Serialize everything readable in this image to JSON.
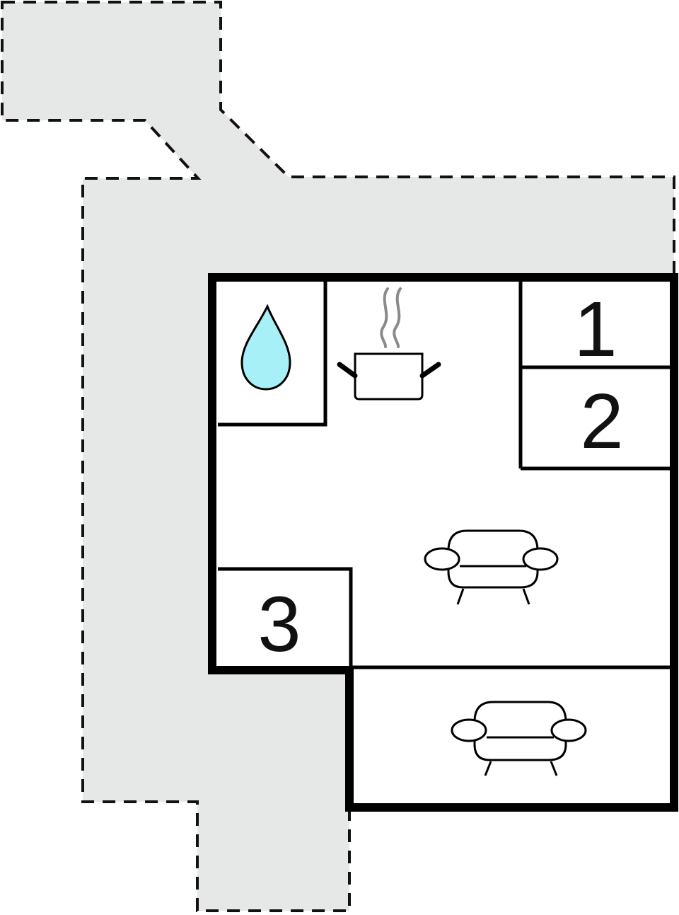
{
  "rooms": [
    {
      "id": "bedroom-1",
      "number": "1"
    },
    {
      "id": "bedroom-2",
      "number": "2"
    },
    {
      "id": "bedroom-3",
      "number": "3"
    }
  ],
  "icons": {
    "bathroom": "water-drop-icon",
    "kitchen": "cooking-pot-icon",
    "living": "sofa-icon",
    "lounge": "sofa-icon"
  },
  "colors": {
    "terrace_fill": "#e6e7e7",
    "wall": "#000000",
    "water": "#a7f0f8",
    "steam": "#8a8a8a"
  }
}
